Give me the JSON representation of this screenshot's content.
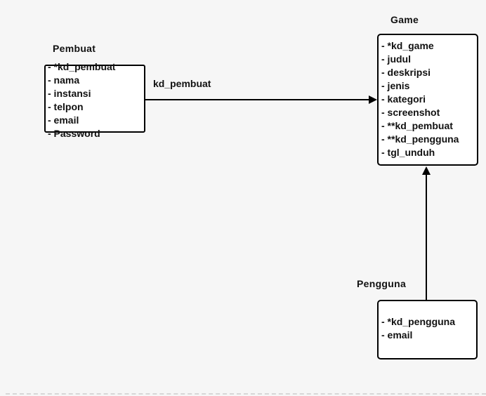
{
  "field_prefix": "- ",
  "diagram": {
    "entities": [
      {
        "name": "Pembuat",
        "fields": [
          "*kd_pembuat",
          "nama",
          "instansi",
          "telpon",
          "email",
          "Password"
        ]
      },
      {
        "name": "Game",
        "fields": [
          "*kd_game",
          "judul",
          "deskripsi",
          "jenis",
          "kategori",
          "screenshot",
          "**kd_pembuat",
          "**kd_pengguna",
          "tgl_unduh"
        ]
      },
      {
        "name": "Pengguna",
        "fields": [
          "*kd_pengguna",
          "email"
        ]
      }
    ],
    "connectors": [
      {
        "from": "Pembuat",
        "to": "Game",
        "label": "kd_pembuat",
        "direction": "right"
      },
      {
        "from": "Pengguna",
        "to": "Game",
        "label": "",
        "direction": "up"
      }
    ],
    "colors": {
      "background": "#f6f6f6",
      "box_fill": "#ffffff",
      "line": "#000000",
      "text": "#111111"
    }
  }
}
